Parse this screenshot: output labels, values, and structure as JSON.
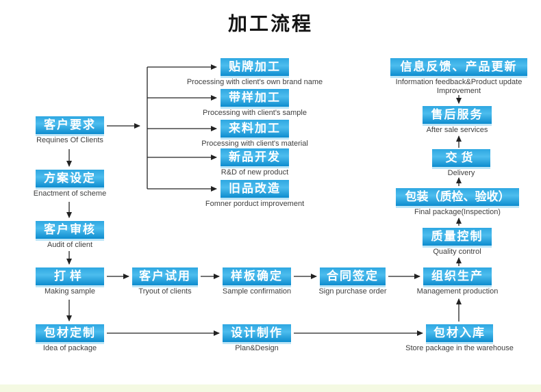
{
  "title": "加工流程",
  "colors": {
    "box_blue_top": "#2ea7e1",
    "box_blue_bottom": "#0d8ccf",
    "box_glow": "#b0e0f6",
    "box_text": "#ffffff",
    "caption_text": "#3d3d3d",
    "arrow": "#222222",
    "footer_strip": "#f4f9e2",
    "background": "#ffffff"
  },
  "nodes": {
    "client_requirements": {
      "zh": "客户要求",
      "en": "Requines Of Clients"
    },
    "scheme": {
      "zh": "方案设定",
      "en": "Enactment of scheme"
    },
    "audit": {
      "zh": "客户审核",
      "en": "Audit of client"
    },
    "sample": {
      "zh": "打样",
      "en": "Making sample"
    },
    "package_custom": {
      "zh": "包材定制",
      "en": "Idea of package"
    },
    "oem": {
      "zh": "贴牌加工",
      "en": "Processing with client's own brand name"
    },
    "with_sample": {
      "zh": "带样加工",
      "en": "Processing with client's sample"
    },
    "with_material": {
      "zh": "来料加工",
      "en": "Processing with client's material"
    },
    "rnd": {
      "zh": "新品开发",
      "en": "R&D of new product"
    },
    "improve": {
      "zh": "旧品改造",
      "en": "Fomner porduct improvement"
    },
    "tryout": {
      "zh": "客户试用",
      "en": "Tryout of clients"
    },
    "sample_confirm": {
      "zh": "样板确定",
      "en": "Sample confirmation"
    },
    "contract": {
      "zh": "合同签定",
      "en": "Sign purchase order"
    },
    "production": {
      "zh": "组织生产",
      "en": "Management production"
    },
    "design": {
      "zh": "设计制作",
      "en": "Plan&Design"
    },
    "warehouse": {
      "zh": "包材入库",
      "en": "Store package in the warehouse"
    },
    "feedback": {
      "zh": "信息反馈、产品更新",
      "en": "Information feedback&Product update Improvement"
    },
    "after_sale": {
      "zh": "售后服务",
      "en": "After sale services"
    },
    "delivery": {
      "zh": "交货",
      "en": "Delivery"
    },
    "final_package": {
      "zh": "包装（质检、验收）",
      "en": "Final package(Inspection)"
    },
    "quality": {
      "zh": "质量控制",
      "en": "Quality control"
    }
  }
}
